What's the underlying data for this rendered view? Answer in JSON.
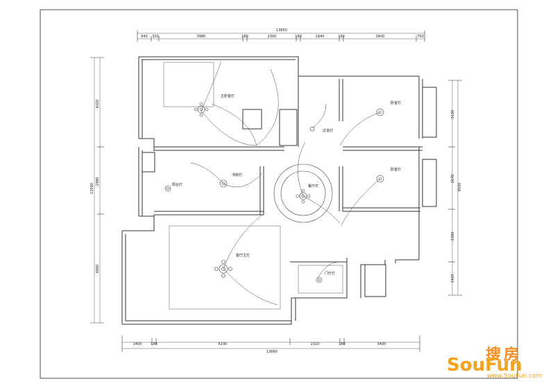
{
  "dimensions": {
    "top_total": "13650",
    "top_segments": [
      "640",
      "320",
      "3980",
      "180",
      "2300",
      "180",
      "1940",
      "180",
      "3400",
      "750"
    ],
    "bottom_total": "13660",
    "bottom_segments": [
      "1400",
      "180",
      "6190",
      "2310",
      "180",
      "3400"
    ],
    "left_total": "12090",
    "left_segments": [
      "4020",
      "2990",
      "4800"
    ],
    "right_total": "9930",
    "right_segments": [
      "3120",
      "2670",
      "2260",
      "1420"
    ]
  },
  "rooms": {
    "master_bedroom": "主卧室灯",
    "bedroom_top_right": "卧室灯",
    "corridor": "过道灯",
    "bedroom_mid_right": "卧室灯",
    "study": "书房灯",
    "dining": "餐厅灯",
    "balcony": "阳台灯",
    "living_room": "客厅主灯",
    "entry": "门厅灯"
  },
  "watermark": {
    "cn": "搜房",
    "en": "SouFun",
    "url": "www.SouFun.com"
  },
  "colors": {
    "logo_orange": "#f7a21b",
    "line": "#333333"
  }
}
